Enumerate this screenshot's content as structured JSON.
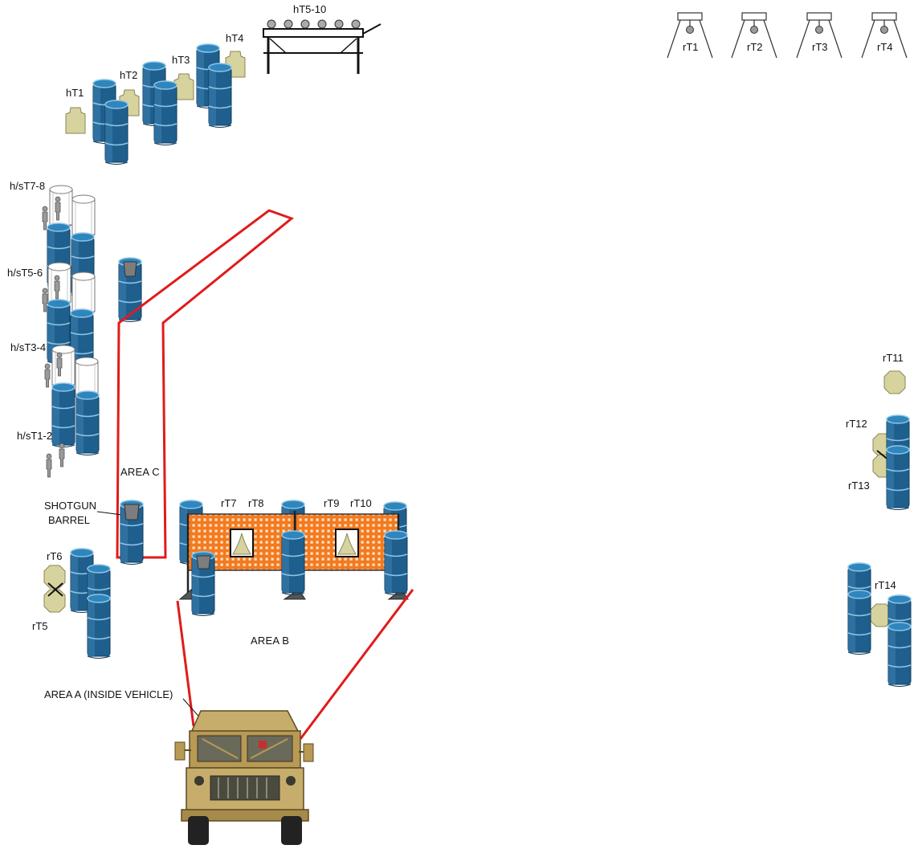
{
  "colors": {
    "barrel": "#1f5f8e",
    "barrel_top": "#2f86bd",
    "barrel_rim": "#8fc5e6",
    "silhouette": "#d6d39e",
    "bracket_red": "#e01b1b",
    "mesh_orange": "#f37a1f",
    "gray_target": "#8a8a8a",
    "vehicle_tan": "#c7ad6b"
  },
  "labels": {
    "ht1": "hT1",
    "ht2": "hT2",
    "ht3": "hT3",
    "ht4": "hT4",
    "ht5_10": "hT5-10",
    "rt1": "rT1",
    "rt2": "rT2",
    "rt3": "rT3",
    "rt4": "rT4",
    "hst7_8": "h/sT7-8",
    "hst5_6": "h/sT5-6",
    "hst3_4": "h/sT3-4",
    "hst1_2": "h/sT1-2",
    "area_c": "AREA C",
    "shotgun_line1": "SHOTGUN",
    "shotgun_line2": "BARREL",
    "rt6": "rT6",
    "rt5": "rT5",
    "rt7": "rT7",
    "rt8": "rT8",
    "rt9": "rT9",
    "rt10": "rT10",
    "area_b": "AREA B",
    "area_a": "AREA A (INSIDE VEHICLE)",
    "rt11": "rT11",
    "rt12": "rT12",
    "rt13": "rT13",
    "rt14": "rT14"
  }
}
